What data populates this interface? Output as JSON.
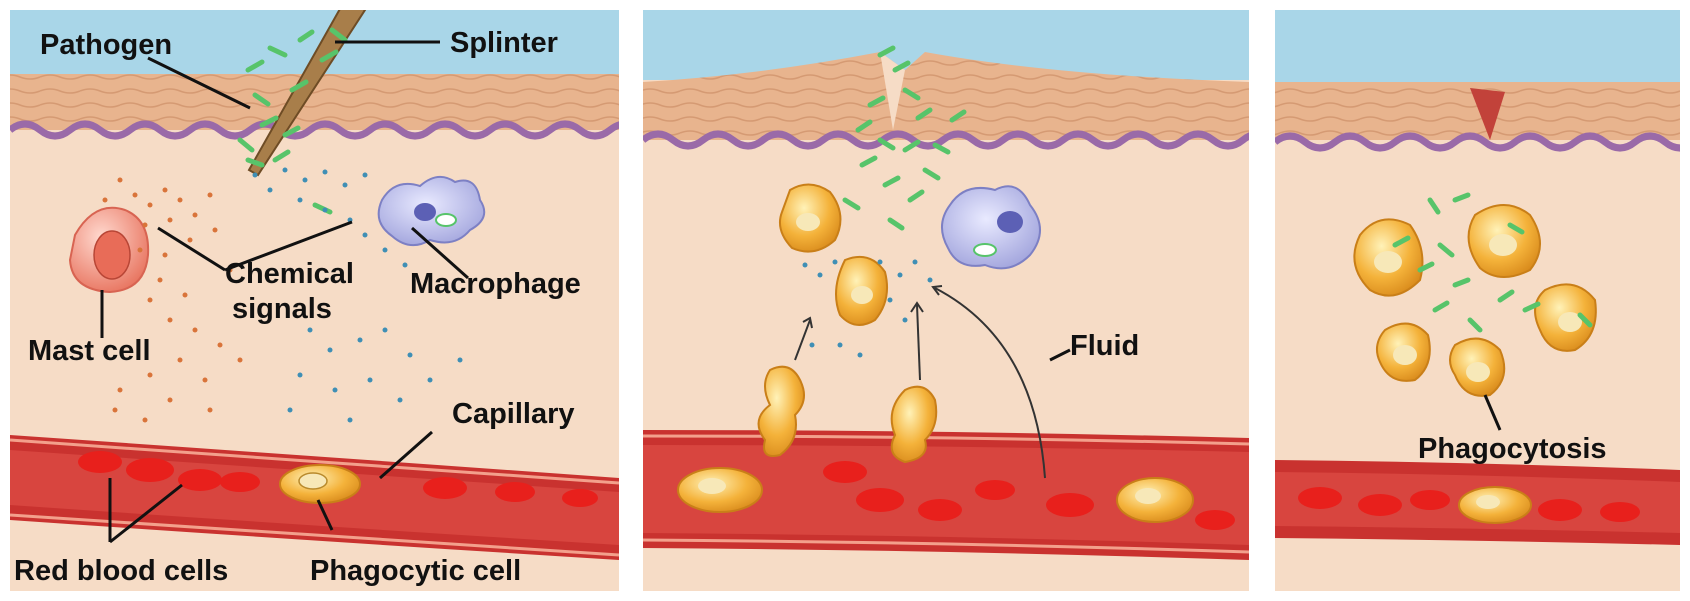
{
  "panels": [
    {
      "labels": {
        "pathogen": "Pathogen",
        "splinter": "Splinter",
        "chemical_signals_line1": "Chemical",
        "chemical_signals_line2": "signals",
        "macrophage": "Macrophage",
        "mast_cell": "Mast cell",
        "capillary": "Capillary",
        "red_blood_cells": "Red blood cells",
        "phagocytic_cell": "Phagocytic cell"
      }
    },
    {
      "labels": {
        "fluid": "Fluid"
      }
    },
    {
      "labels": {
        "phagocytosis": "Phagocytosis"
      }
    }
  ],
  "colors": {
    "sky": "#a9d6e8",
    "epidermis": "#e8b48e",
    "basement_membrane": "#9a6aa8",
    "dermis": "#f6dcc6",
    "capillary_wall": "#c9322f",
    "blood": "#d8453f",
    "red_blood_cell": "#e8201c",
    "phagocyte": "#f4b23a",
    "macrophage": "#b3b5e8",
    "mast_cell": "#f0897a",
    "bacteria": "#57c46a",
    "chemical_signal_blue": "#3f8fb5",
    "chemical_signal_orange": "#d9743a"
  }
}
